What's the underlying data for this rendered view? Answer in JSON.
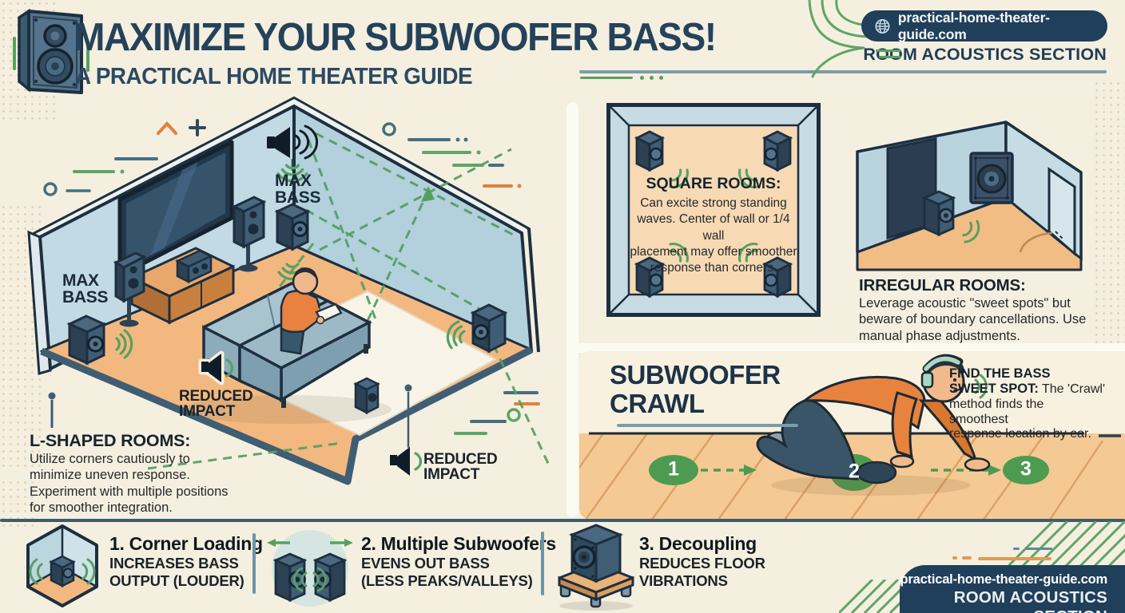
{
  "header": {
    "title": "MAXIMIZE YOUR SUBWOOFER BASS!",
    "subtitle": "A PRACTICAL HOME THEATER GUIDE",
    "website": "practical-home-theater-guide.com",
    "section": "ROOM ACOUSTICS SECTION"
  },
  "left_room": {
    "max_bass_wall": {
      "line1": "MAX",
      "line2": "BASS"
    },
    "max_bass_corner": {
      "line1": "MAX",
      "line2": "BASS"
    },
    "reduced_impact_couch": {
      "line1": "REDUCED",
      "line2": "IMPACT"
    },
    "reduced_impact_floor": {
      "line1": "REDUCED",
      "line2": "IMPACT"
    },
    "l_shaped": {
      "heading": "L-SHAPED ROOMS:",
      "lines": [
        "Utilize corners cautiously to",
        "minimize uneven response.",
        "Experiment with multiple positions",
        "for smoother integration."
      ]
    }
  },
  "square_rooms": {
    "heading": "SQUARE ROOMS:",
    "lines": [
      "Can excite strong standing",
      "waves. Center of wall or 1/4 wall",
      "placement may offer smoother",
      "response than corners."
    ]
  },
  "irregular_rooms": {
    "heading": "IRREGULAR ROOMS:",
    "lines": [
      "Leverage acoustic \"sweet spots\" but",
      "beware of boundary cancellations. Use",
      "manual phase adjustments."
    ]
  },
  "crawl": {
    "heading_line1": "SUBWOOFER",
    "heading_line2": "CRAWL",
    "markers": [
      "1",
      "2",
      "3"
    ],
    "tip": {
      "line1": "FIND THE BASS",
      "bold2": "SWEET SPOT:",
      "rest2": " The 'Crawl'",
      "line3": "method finds the smoothest",
      "line4": "response location by ear."
    }
  },
  "footer": {
    "items": [
      {
        "title": "1. Corner Loading",
        "lines": [
          "INCREASES BASS",
          "OUTPUT (LOUDER)"
        ]
      },
      {
        "title": "2. Multiple Subwoofers",
        "lines": [
          "EVENS OUT BASS",
          "(LESS PEAKS/VALLEYS)"
        ]
      },
      {
        "title": "3. Decoupling",
        "lines": [
          "REDUCES FLOOR",
          "VIBRATIONS"
        ]
      }
    ],
    "badge": {
      "website": "practical-home-theater-guide.com",
      "section": "ROOM ACOUSTICS SECTION"
    }
  },
  "icons": {
    "header_speaker": "speaker-icon",
    "globe": "globe-icon",
    "corner_loading": "corner-subwoofer-icon",
    "multiple_subwoofers": "dual-subwoofer-icon",
    "decoupling": "subwoofer-on-platform-icon",
    "sound": "sound-waves-icon"
  },
  "colors": {
    "background": "#f5efdf",
    "navy": "#1f3f5a",
    "ink": "#1d2f40",
    "teal_line": "#7b9cab",
    "green": "#57a061",
    "orange": "#e0813f",
    "floor_orange": "#f3b87f",
    "wall_blue": "#c2dae4",
    "marker_green": "#4d9b51"
  }
}
